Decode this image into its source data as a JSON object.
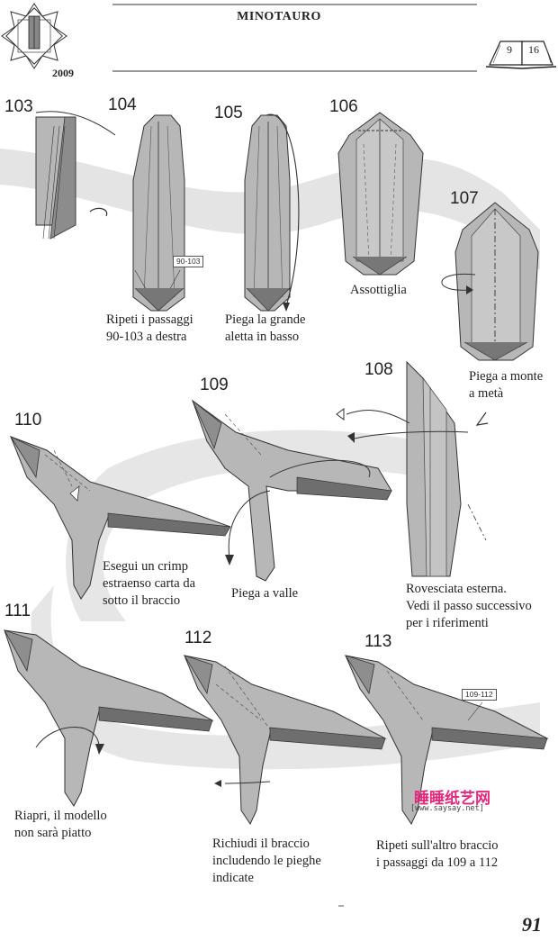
{
  "header": {
    "title": "MINOTAURO",
    "year": "2009",
    "book_pages": [
      "9",
      "16"
    ]
  },
  "steps": [
    {
      "number": "103"
    },
    {
      "number": "104",
      "ref": "90-103",
      "caption": [
        "Ripeti i passaggi",
        "90-103 a destra"
      ]
    },
    {
      "number": "105",
      "caption": [
        "Piega la grande",
        "aletta in basso"
      ]
    },
    {
      "number": "106",
      "caption": [
        "Assottiglia"
      ]
    },
    {
      "number": "107",
      "caption": [
        "Piega a monte",
        "a metà"
      ]
    },
    {
      "number": "108",
      "caption": [
        "Rovesciata esterna.",
        "Vedi il passo successivo",
        "per i riferimenti"
      ]
    },
    {
      "number": "109",
      "caption": [
        "Piega a valle"
      ]
    },
    {
      "number": "110",
      "caption": [
        "Esegui un crimp",
        "estraenso carta da",
        "sotto il braccio"
      ]
    },
    {
      "number": "111",
      "caption": [
        "Riapri, il modello",
        "non sarà piatto"
      ]
    },
    {
      "number": "112",
      "caption": [
        "Richiudi il braccio",
        "includendo le pieghe",
        "indicate"
      ]
    },
    {
      "number": "113",
      "ref": "109-112",
      "caption": [
        "Ripeti sull'altro braccio",
        "i passaggi da 109 a 112"
      ]
    }
  ],
  "watermark": {
    "text": "睡睡纸艺网",
    "url": "[www.saysay.net]"
  },
  "page_number": "91",
  "colors": {
    "fold_gray": "#b3b3b3",
    "dark_gray": "#6e6e6e",
    "band": "#e4e4e4",
    "line": "#333333",
    "watermark": "#e6287c"
  }
}
